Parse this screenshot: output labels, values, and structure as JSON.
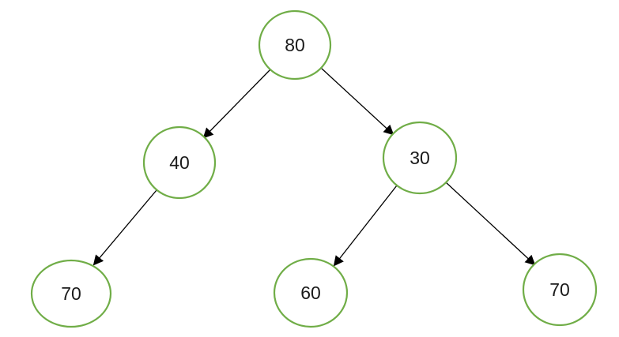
{
  "diagram": {
    "type": "binary-tree",
    "accent_color": "#70AD47",
    "line_color": "#000000",
    "text_color": "#1a1a1a",
    "nodes": [
      {
        "id": "root",
        "value": "80"
      },
      {
        "id": "root-left",
        "value": "40"
      },
      {
        "id": "root-right",
        "value": "30"
      },
      {
        "id": "left-left",
        "value": "70"
      },
      {
        "id": "right-left",
        "value": "60"
      },
      {
        "id": "right-right",
        "value": "70"
      }
    ],
    "edges": [
      {
        "from": "80",
        "to": "40"
      },
      {
        "from": "80",
        "to": "30"
      },
      {
        "from": "40",
        "to": "70"
      },
      {
        "from": "30",
        "to": "60"
      },
      {
        "from": "30",
        "to": "70"
      }
    ]
  }
}
